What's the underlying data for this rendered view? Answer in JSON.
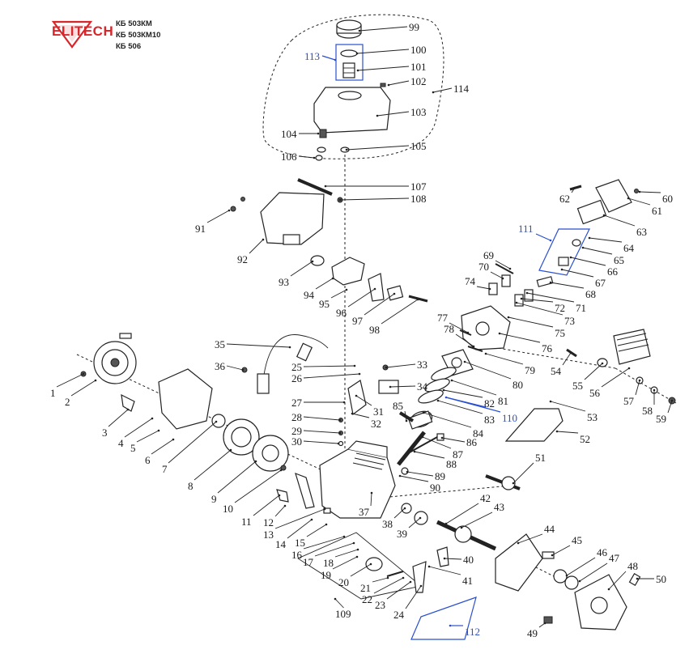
{
  "brand": {
    "name": "ELITECH",
    "color": "#d8262a"
  },
  "models": [
    "КБ 503КМ",
    "КБ 503КМ10",
    "КБ 506"
  ],
  "callouts": [
    {
      "n": "1",
      "t": [
        62,
        490
      ],
      "a": [
        103,
        462
      ],
      "c": "black"
    },
    {
      "n": "2",
      "t": [
        80,
        501
      ],
      "a": [
        118,
        470
      ],
      "c": "black"
    },
    {
      "n": "3",
      "t": [
        126,
        539
      ],
      "a": [
        158,
        506
      ],
      "c": "black"
    },
    {
      "n": "4",
      "t": [
        146,
        552
      ],
      "a": [
        188,
        517
      ],
      "c": "black"
    },
    {
      "n": "5",
      "t": [
        161,
        558
      ],
      "a": [
        196,
        532
      ],
      "c": "black"
    },
    {
      "n": "6",
      "t": [
        179,
        573
      ],
      "a": [
        214,
        543
      ],
      "c": "black"
    },
    {
      "n": "7",
      "t": [
        200,
        584
      ],
      "a": [
        267,
        521
      ],
      "c": "black"
    },
    {
      "n": "8",
      "t": [
        232,
        605
      ],
      "a": [
        285,
        556
      ],
      "c": "black"
    },
    {
      "n": "9",
      "t": [
        261,
        621
      ],
      "a": [
        316,
        570
      ],
      "c": "black"
    },
    {
      "n": "10",
      "t": [
        275,
        633
      ],
      "a": [
        347,
        581
      ],
      "c": "black"
    },
    {
      "n": "11",
      "t": [
        298,
        649
      ],
      "a": [
        345,
        612
      ],
      "c": "black"
    },
    {
      "n": "12",
      "t": [
        325,
        650
      ],
      "a": [
        352,
        625
      ],
      "c": "black"
    },
    {
      "n": "13",
      "t": [
        325,
        665
      ],
      "a": [
        401,
        629
      ],
      "c": "black"
    },
    {
      "n": "14",
      "t": [
        340,
        677
      ],
      "a": [
        385,
        642
      ],
      "c": "black"
    },
    {
      "n": "15",
      "t": [
        364,
        675
      ],
      "a": [
        403,
        648
      ],
      "c": "black"
    },
    {
      "n": "16",
      "t": [
        360,
        690
      ],
      "a": [
        425,
        663
      ],
      "c": "black"
    },
    {
      "n": "17",
      "t": [
        374,
        699
      ],
      "a": [
        437,
        671
      ],
      "c": "black"
    },
    {
      "n": "18",
      "t": [
        399,
        700
      ],
      "a": [
        442,
        679
      ],
      "c": "black"
    },
    {
      "n": "19",
      "t": [
        396,
        715
      ],
      "a": [
        441,
        688
      ],
      "c": "black"
    },
    {
      "n": "20",
      "t": [
        418,
        724
      ],
      "a": [
        458,
        697
      ],
      "c": "black"
    },
    {
      "n": "21",
      "t": [
        445,
        731
      ],
      "a": [
        479,
        714
      ],
      "c": "black"
    },
    {
      "n": "22",
      "t": [
        447,
        745
      ],
      "a": [
        498,
        714
      ],
      "c": "black"
    },
    {
      "n": "23",
      "t": [
        463,
        752
      ],
      "a": [
        507,
        719
      ],
      "c": "black"
    },
    {
      "n": "24",
      "t": [
        486,
        764
      ],
      "a": [
        520,
        724
      ],
      "c": "black"
    },
    {
      "n": "25",
      "t": [
        360,
        458
      ],
      "a": [
        438,
        452
      ],
      "c": "black"
    },
    {
      "n": "26",
      "t": [
        360,
        472
      ],
      "a": [
        444,
        462
      ],
      "c": "black"
    },
    {
      "n": "27",
      "t": [
        360,
        502
      ],
      "a": [
        425,
        497
      ],
      "c": "black"
    },
    {
      "n": "28",
      "t": [
        360,
        520
      ],
      "a": [
        420,
        519
      ],
      "c": "black"
    },
    {
      "n": "29",
      "t": [
        360,
        537
      ],
      "a": [
        420,
        535
      ],
      "c": "black"
    },
    {
      "n": "30",
      "t": [
        360,
        550
      ],
      "a": [
        418,
        548
      ],
      "c": "black"
    },
    {
      "n": "31",
      "t": [
        461,
        513
      ],
      "a": [
        440,
        489
      ],
      "c": "black"
    },
    {
      "n": "32",
      "t": [
        458,
        528
      ],
      "a": [
        435,
        511
      ],
      "c": "black"
    },
    {
      "n": "33",
      "t": [
        515,
        455
      ],
      "a": [
        477,
        454
      ],
      "c": "black"
    },
    {
      "n": "34",
      "t": [
        515,
        482
      ],
      "a": [
        482,
        478
      ],
      "c": "black"
    },
    {
      "n": "35",
      "t": [
        265,
        430
      ],
      "a": [
        358,
        429
      ],
      "c": "black"
    },
    {
      "n": "36",
      "t": [
        265,
        457
      ],
      "a": [
        300,
        457
      ],
      "c": "black"
    },
    {
      "n": "37",
      "t": [
        443,
        637
      ],
      "a": [
        459,
        609
      ],
      "c": "black"
    },
    {
      "n": "38",
      "t": [
        472,
        652
      ],
      "a": [
        500,
        628
      ],
      "c": "black"
    },
    {
      "n": "39",
      "t": [
        490,
        664
      ],
      "a": [
        519,
        640
      ],
      "c": "black"
    },
    {
      "n": "40",
      "t": [
        572,
        696
      ],
      "a": [
        549,
        690
      ],
      "c": "black"
    },
    {
      "n": "41",
      "t": [
        571,
        722
      ],
      "a": [
        530,
        700
      ],
      "c": "black"
    },
    {
      "n": "42",
      "t": [
        593,
        620
      ],
      "a": [
        551,
        647
      ],
      "c": "black"
    },
    {
      "n": "43",
      "t": [
        610,
        631
      ],
      "a": [
        570,
        652
      ],
      "c": "black"
    },
    {
      "n": "44",
      "t": [
        672,
        658
      ],
      "a": [
        640,
        671
      ],
      "c": "black"
    },
    {
      "n": "45",
      "t": [
        706,
        672
      ],
      "a": [
        682,
        686
      ],
      "c": "black"
    },
    {
      "n": "46",
      "t": [
        737,
        687
      ],
      "a": [
        700,
        711
      ],
      "c": "black"
    },
    {
      "n": "47",
      "t": [
        752,
        694
      ],
      "a": [
        716,
        718
      ],
      "c": "black"
    },
    {
      "n": "48",
      "t": [
        775,
        704
      ],
      "a": [
        752,
        728
      ],
      "c": "black"
    },
    {
      "n": "49",
      "t": [
        651,
        787
      ],
      "a": [
        673,
        770
      ],
      "c": "black"
    },
    {
      "n": "50",
      "t": [
        810,
        720
      ],
      "a": [
        787,
        715
      ],
      "c": "black"
    },
    {
      "n": "51",
      "t": [
        661,
        570
      ],
      "a": [
        634,
        597
      ],
      "c": "black"
    },
    {
      "n": "52",
      "t": [
        716,
        547
      ],
      "a": [
        688,
        533
      ],
      "c": "black"
    },
    {
      "n": "53",
      "t": [
        725,
        520
      ],
      "a": [
        680,
        496
      ],
      "c": "black"
    },
    {
      "n": "54",
      "t": [
        680,
        463
      ],
      "a": [
        705,
        436
      ],
      "c": "black"
    },
    {
      "n": "55",
      "t": [
        707,
        481
      ],
      "a": [
        744,
        449
      ],
      "c": "black"
    },
    {
      "n": "56",
      "t": [
        728,
        490
      ],
      "a": [
        777,
        455
      ],
      "c": "black"
    },
    {
      "n": "57",
      "t": [
        770,
        500
      ],
      "a": [
        790,
        470
      ],
      "c": "black"
    },
    {
      "n": "58",
      "t": [
        793,
        512
      ],
      "a": [
        808,
        482
      ],
      "c": "black"
    },
    {
      "n": "59",
      "t": [
        810,
        522
      ],
      "a": [
        830,
        495
      ],
      "c": "black"
    },
    {
      "n": "60",
      "t": [
        818,
        250
      ],
      "a": [
        790,
        237
      ],
      "c": "black"
    },
    {
      "n": "61",
      "t": [
        805,
        265
      ],
      "a": [
        776,
        245
      ],
      "c": "black"
    },
    {
      "n": "62",
      "t": [
        691,
        250
      ],
      "a": [
        710,
        232
      ],
      "c": "black"
    },
    {
      "n": "63",
      "t": [
        786,
        291
      ],
      "a": [
        746,
        266
      ],
      "c": "black"
    },
    {
      "n": "64",
      "t": [
        770,
        311
      ],
      "a": [
        728,
        294
      ],
      "c": "black"
    },
    {
      "n": "65",
      "t": [
        758,
        326
      ],
      "a": [
        720,
        306
      ],
      "c": "black"
    },
    {
      "n": "66",
      "t": [
        750,
        340
      ],
      "a": [
        705,
        318
      ],
      "c": "black"
    },
    {
      "n": "67",
      "t": [
        735,
        354
      ],
      "a": [
        694,
        333
      ],
      "c": "black"
    },
    {
      "n": "68",
      "t": [
        723,
        368
      ],
      "a": [
        680,
        349
      ],
      "c": "black"
    },
    {
      "n": "69",
      "t": [
        597,
        320
      ],
      "a": [
        630,
        332
      ],
      "c": "black"
    },
    {
      "n": "70",
      "t": [
        591,
        334
      ],
      "a": [
        621,
        344
      ],
      "c": "black"
    },
    {
      "n": "71",
      "t": [
        711,
        385
      ],
      "a": [
        651,
        362
      ],
      "c": "black"
    },
    {
      "n": "72",
      "t": [
        685,
        385
      ],
      "a": [
        644,
        369
      ],
      "c": "black"
    },
    {
      "n": "73",
      "t": [
        697,
        401
      ],
      "a": [
        638,
        374
      ],
      "c": "black"
    },
    {
      "n": "74",
      "t": [
        574,
        352
      ],
      "a": [
        605,
        357
      ],
      "c": "black"
    },
    {
      "n": "75",
      "t": [
        685,
        416
      ],
      "a": [
        628,
        392
      ],
      "c": "black"
    },
    {
      "n": "76",
      "t": [
        669,
        435
      ],
      "a": [
        617,
        412
      ],
      "c": "black"
    },
    {
      "n": "77",
      "t": [
        540,
        397
      ],
      "a": [
        578,
        411
      ],
      "c": "black"
    },
    {
      "n": "78",
      "t": [
        548,
        411
      ],
      "a": [
        585,
        428
      ],
      "c": "black"
    },
    {
      "n": "79",
      "t": [
        648,
        462
      ],
      "a": [
        600,
        437
      ],
      "c": "black"
    },
    {
      "n": "80",
      "t": [
        633,
        480
      ],
      "a": [
        574,
        447
      ],
      "c": "black"
    },
    {
      "n": "81",
      "t": [
        615,
        500
      ],
      "a": [
        558,
        470
      ],
      "c": "black"
    },
    {
      "n": "82",
      "t": [
        598,
        503
      ],
      "a": [
        548,
        482
      ],
      "c": "black"
    },
    {
      "n": "83",
      "t": [
        598,
        523
      ],
      "a": [
        541,
        495
      ],
      "c": "black"
    },
    {
      "n": "84",
      "t": [
        584,
        540
      ],
      "a": [
        523,
        510
      ],
      "c": "black"
    },
    {
      "n": "85",
      "t": [
        485,
        506
      ],
      "a": [
        502,
        520
      ],
      "c": "black"
    },
    {
      "n": "86",
      "t": [
        576,
        551
      ],
      "a": [
        546,
        541
      ],
      "c": "black"
    },
    {
      "n": "87",
      "t": [
        559,
        566
      ],
      "a": [
        522,
        540
      ],
      "c": "black"
    },
    {
      "n": "88",
      "t": [
        551,
        578
      ],
      "a": [
        512,
        558
      ],
      "c": "black"
    },
    {
      "n": "89",
      "t": [
        537,
        593
      ],
      "a": [
        503,
        583
      ],
      "c": "black"
    },
    {
      "n": "90",
      "t": [
        531,
        607
      ],
      "a": [
        494,
        588
      ],
      "c": "black"
    },
    {
      "n": "91",
      "t": [
        241,
        287
      ],
      "a": [
        283,
        260
      ],
      "c": "black"
    },
    {
      "n": "92",
      "t": [
        293,
        325
      ],
      "a": [
        325,
        296
      ],
      "c": "black"
    },
    {
      "n": "93",
      "t": [
        344,
        353
      ],
      "a": [
        386,
        323
      ],
      "c": "black"
    },
    {
      "n": "94",
      "t": [
        375,
        369
      ],
      "a": [
        411,
        344
      ],
      "c": "black"
    },
    {
      "n": "95",
      "t": [
        394,
        380
      ],
      "a": [
        428,
        358
      ],
      "c": "black"
    },
    {
      "n": "96",
      "t": [
        415,
        391
      ],
      "a": [
        463,
        357
      ],
      "c": "black"
    },
    {
      "n": "97",
      "t": [
        435,
        401
      ],
      "a": [
        487,
        363
      ],
      "c": "black"
    },
    {
      "n": "98",
      "t": [
        456,
        412
      ],
      "a": [
        516,
        370
      ],
      "c": "black"
    },
    {
      "n": "99",
      "t": [
        505,
        38
      ],
      "a": [
        444,
        38
      ],
      "c": "black"
    },
    {
      "n": "100",
      "t": [
        507,
        66
      ],
      "a": [
        441,
        66
      ],
      "c": "black"
    },
    {
      "n": "101",
      "t": [
        507,
        87
      ],
      "a": [
        442,
        87
      ],
      "c": "black"
    },
    {
      "n": "102",
      "t": [
        507,
        105
      ],
      "a": [
        480,
        105
      ],
      "c": "black"
    },
    {
      "n": "103",
      "t": [
        507,
        143
      ],
      "a": [
        466,
        143
      ],
      "c": "black"
    },
    {
      "n": "104",
      "t": [
        347,
        170
      ],
      "a": [
        393,
        165
      ],
      "c": "black"
    },
    {
      "n": "105",
      "t": [
        507,
        185
      ],
      "a": [
        428,
        185
      ],
      "c": "black"
    },
    {
      "n": "106",
      "t": [
        347,
        198
      ],
      "a": [
        388,
        195
      ],
      "c": "black"
    },
    {
      "n": "107",
      "t": [
        507,
        235
      ],
      "a": [
        402,
        230
      ],
      "c": "black"
    },
    {
      "n": "108",
      "t": [
        507,
        250
      ],
      "a": [
        420,
        247
      ],
      "c": "black"
    },
    {
      "n": "109",
      "t": [
        414,
        763
      ],
      "a": [
        414,
        740
      ],
      "c": "black"
    },
    {
      "n": "110",
      "t": [
        620,
        521
      ],
      "a": [
        551,
        491
      ],
      "c": "blue"
    },
    {
      "n": "111",
      "t": [
        640,
        287
      ],
      "a": [
        680,
        297
      ],
      "c": "blue"
    },
    {
      "n": "112",
      "t": [
        574,
        785
      ],
      "a": [
        556,
        773
      ],
      "c": "blue"
    },
    {
      "n": "113",
      "t": [
        376,
        74
      ],
      "a": [
        414,
        74
      ],
      "c": "blue"
    },
    {
      "n": "114",
      "t": [
        560,
        114
      ],
      "a": [
        535,
        114
      ],
      "c": "black"
    }
  ]
}
